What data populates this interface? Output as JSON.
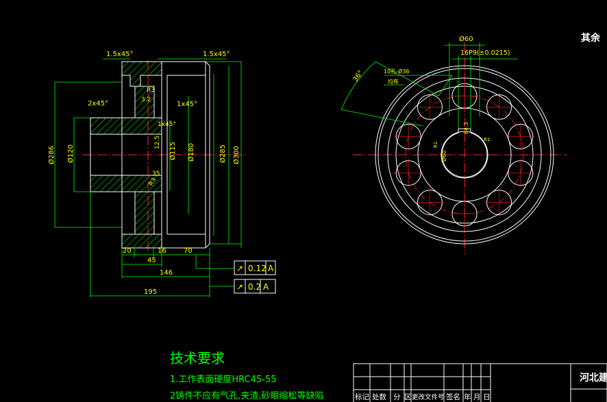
{
  "drawing": {
    "corner_note": "其余",
    "colors": {
      "background": "#000000",
      "outline": "#ffffff",
      "dimension": "#00ff00",
      "centerline": "#ff2020",
      "hatch": "#00ff00",
      "text_yellow": "#ffff00",
      "text_white": "#ffffff",
      "text_green": "#00ff00"
    },
    "section_view": {
      "dims": {
        "chamfer_top_left": "1.5x45°",
        "chamfer_top_right": "1.5x45°",
        "chamfer_left": "2x45°",
        "chamfer_mid_right": "1x45°",
        "chamfer_inner": "1x45°",
        "r3": "R3",
        "r32": "3.2",
        "r125": "12.5",
        "r35": "35",
        "r3b": "R3",
        "d286": "Ø286",
        "d120": "Ø120",
        "d115": "Ø115",
        "d180": "Ø180",
        "d285": "Ø285",
        "d300": "Ø300",
        "w20": "20",
        "w16": "16",
        "w70": "70",
        "w45": "45",
        "w146": "146",
        "w195": "195"
      },
      "tolerances": [
        {
          "symbol": "↗",
          "value": "0.12",
          "datum": "A"
        },
        {
          "symbol": "↗",
          "value": "0.2",
          "datum": "A"
        }
      ]
    },
    "end_view": {
      "dims": {
        "d60": "Ø60",
        "keyway": "16P9(±0.0215)",
        "holes": "10孔-Ø36",
        "hole_note": "均布",
        "angle": "36°",
        "hub_dim": "64.3",
        "bore": "Ø60",
        "r1": "R1",
        "r1b": "R1"
      }
    },
    "tech_requirements": {
      "title": "技术要求",
      "items": [
        "1.工作表面硬度HRC45-55",
        "2铸件不应有气孔,夹渣,砂眼缩松等缺陷"
      ]
    },
    "title_block": {
      "headers": [
        "标记",
        "处数",
        "分",
        "区",
        "更改文件号",
        "签名",
        "年",
        "月",
        "日"
      ],
      "company": "河北建"
    }
  }
}
